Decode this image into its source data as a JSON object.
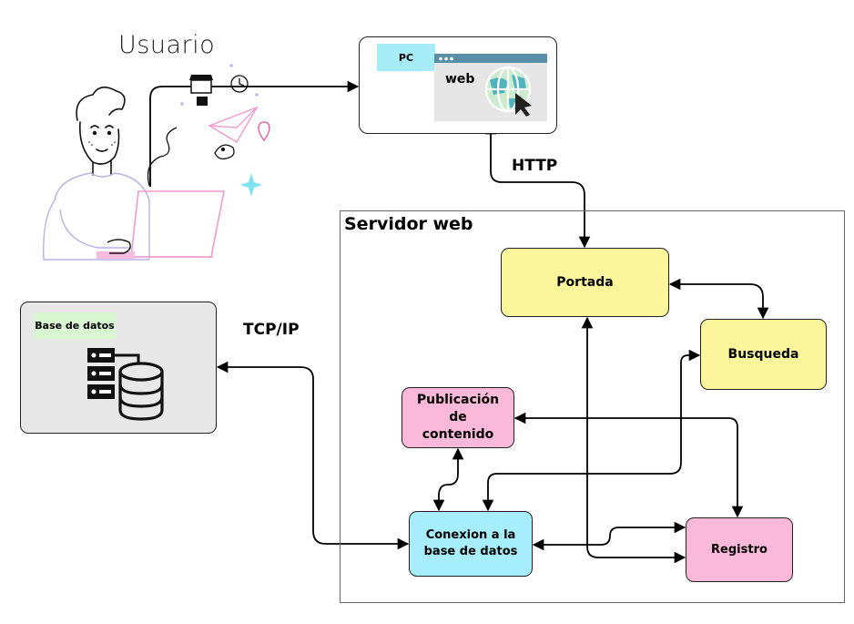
{
  "user": {
    "title": "Usuario"
  },
  "pc": {
    "label": "PC",
    "browser_label": "web"
  },
  "protocols": {
    "http": "HTTP",
    "tcpip": "TCP/IP"
  },
  "server": {
    "title": "Servidor web"
  },
  "nodes": {
    "portada": "Portada",
    "busqueda": "Busqueda",
    "publicacion_line1": "Publicación de",
    "publicacion_line2": "contenido",
    "conexion_line1": "Conexion a la",
    "conexion_line2": "base de datos",
    "registro": "Registro"
  },
  "database": {
    "label": "Base de datos"
  },
  "colors": {
    "yellow": "#fbf59b",
    "pink": "#fbb9da",
    "cyan": "#a6eefb",
    "pc_tag": "#a6ecf7",
    "db_tag": "#d8f6cf",
    "db_bg": "#e8e8e8"
  },
  "icons": [
    "person-laptop-illustration",
    "globe-icon",
    "cursor-icon",
    "server-rack-icon",
    "database-icon",
    "shop-icon",
    "clock-icon",
    "paper-plane-icon",
    "palette-icon",
    "location-pin-icon",
    "sparkle-icon"
  ]
}
